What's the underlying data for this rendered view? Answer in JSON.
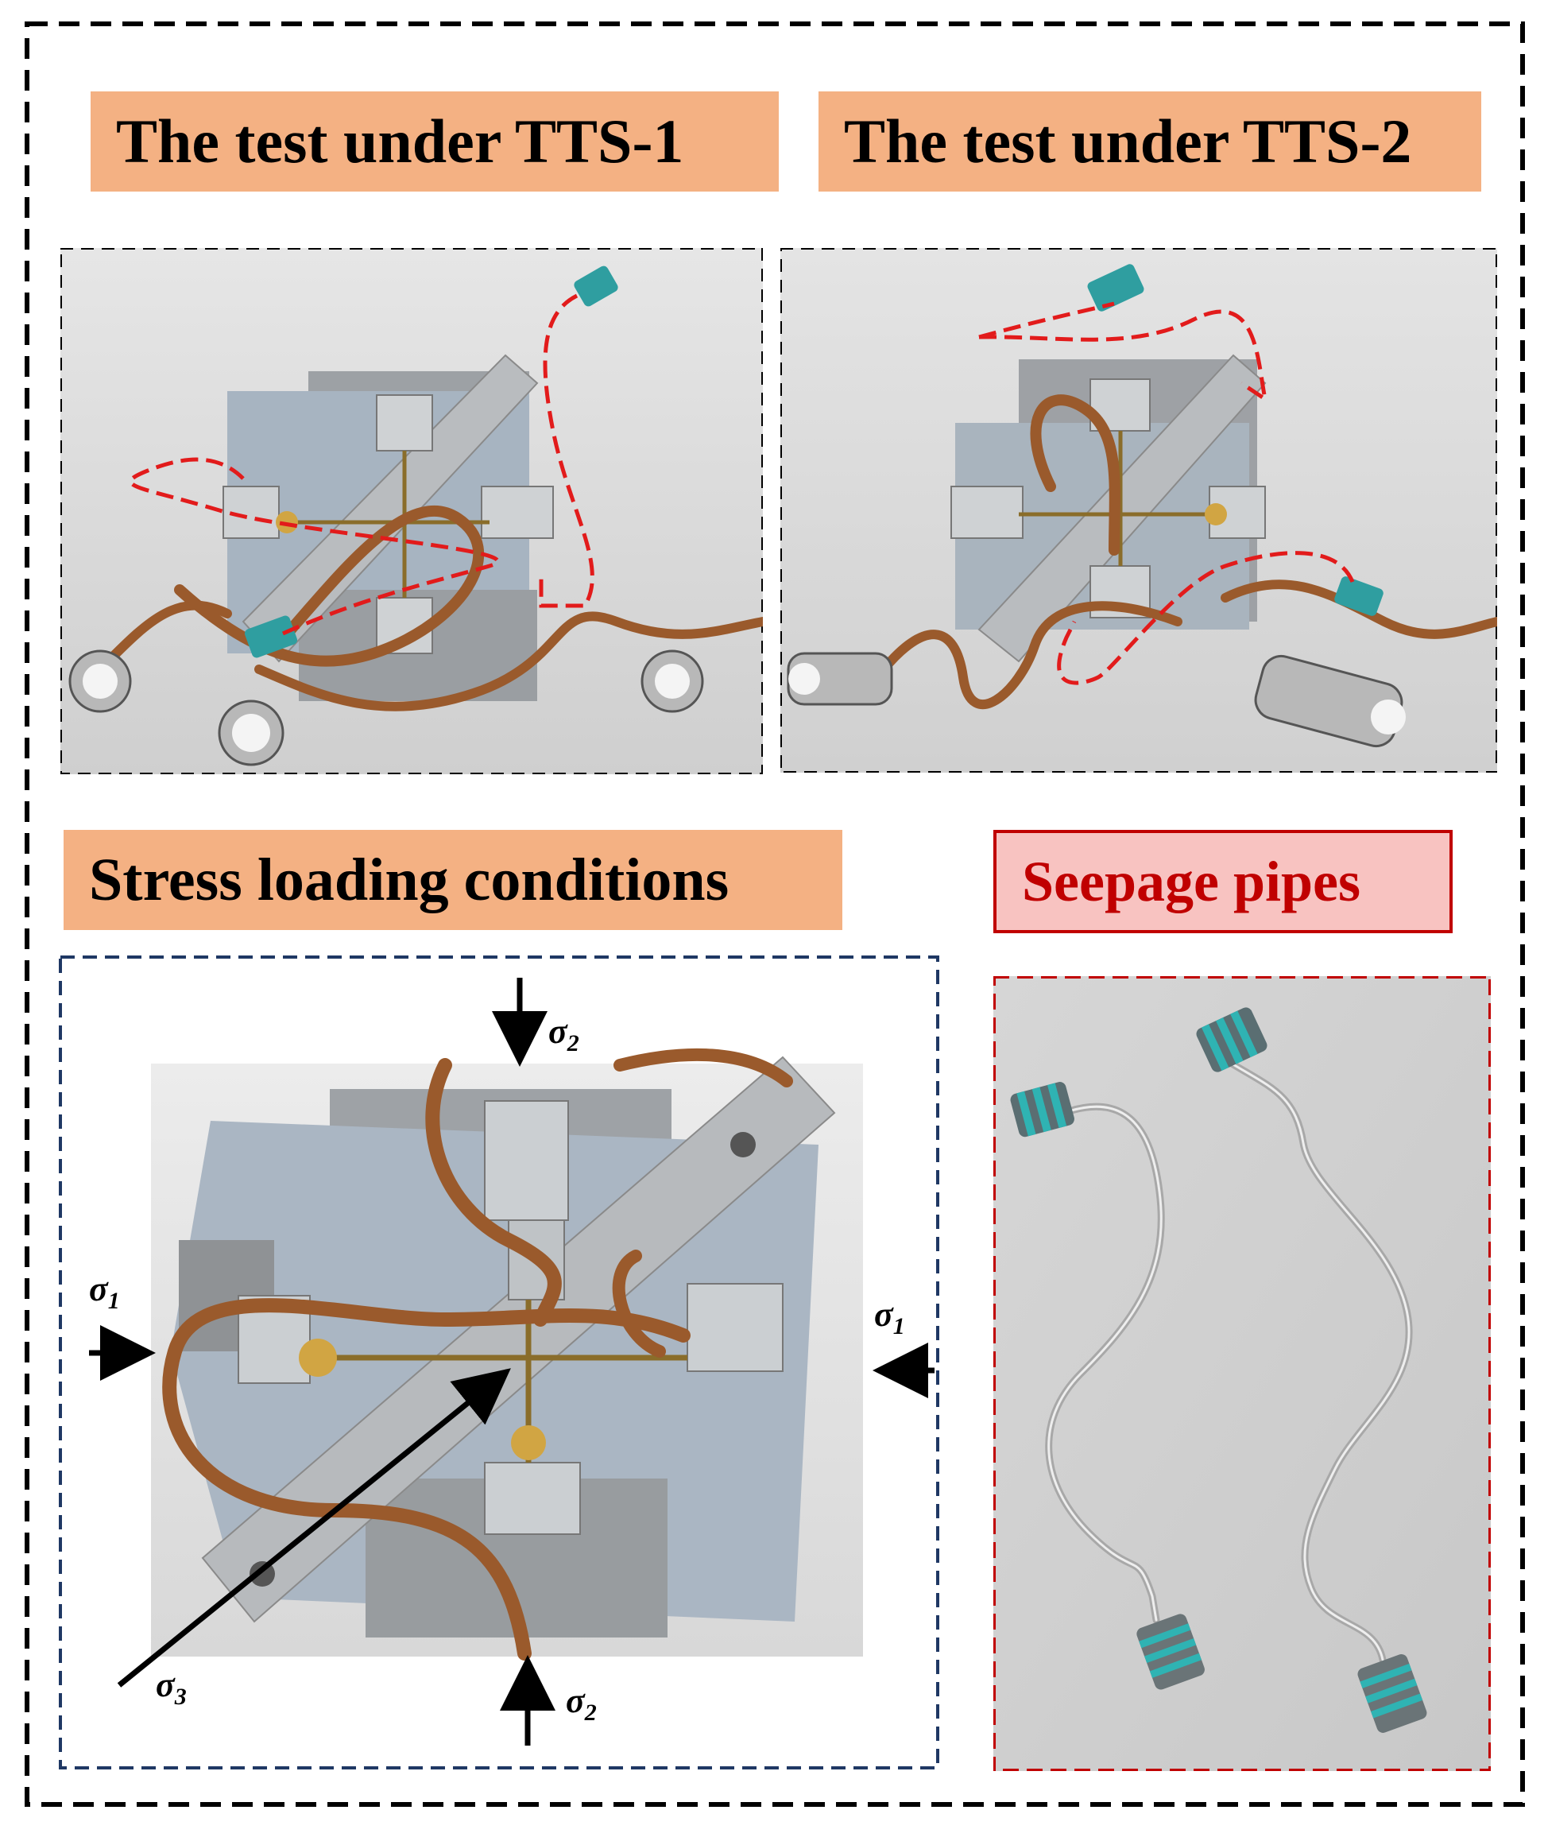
{
  "labels": {
    "tts1": "The test under TTS-1",
    "tts2": "The test under TTS-2",
    "stress": "Stress loading conditions",
    "seepage": "Seepage pipes"
  },
  "stress_symbols": {
    "sigma1_left": {
      "base": "σ",
      "sub": "1"
    },
    "sigma1_right": {
      "base": "σ",
      "sub": "1"
    },
    "sigma2_top": {
      "base": "σ",
      "sub": "2"
    },
    "sigma2_bottom": {
      "base": "σ",
      "sub": "2"
    },
    "sigma3": {
      "base": "σ",
      "sub": "3"
    }
  },
  "colors": {
    "label_fill": "#f4b183",
    "seepage_fill": "#f8c3c1",
    "seepage_border": "#c00000",
    "outer_border": "#000000",
    "stress_border": "#1f3864",
    "pipe_highlight": "#e21b1b",
    "copper_braid": "#9a5a2c",
    "steel": "#bdbdbd",
    "brass": "#d1a543",
    "teal_band": "#2f9ea0"
  }
}
